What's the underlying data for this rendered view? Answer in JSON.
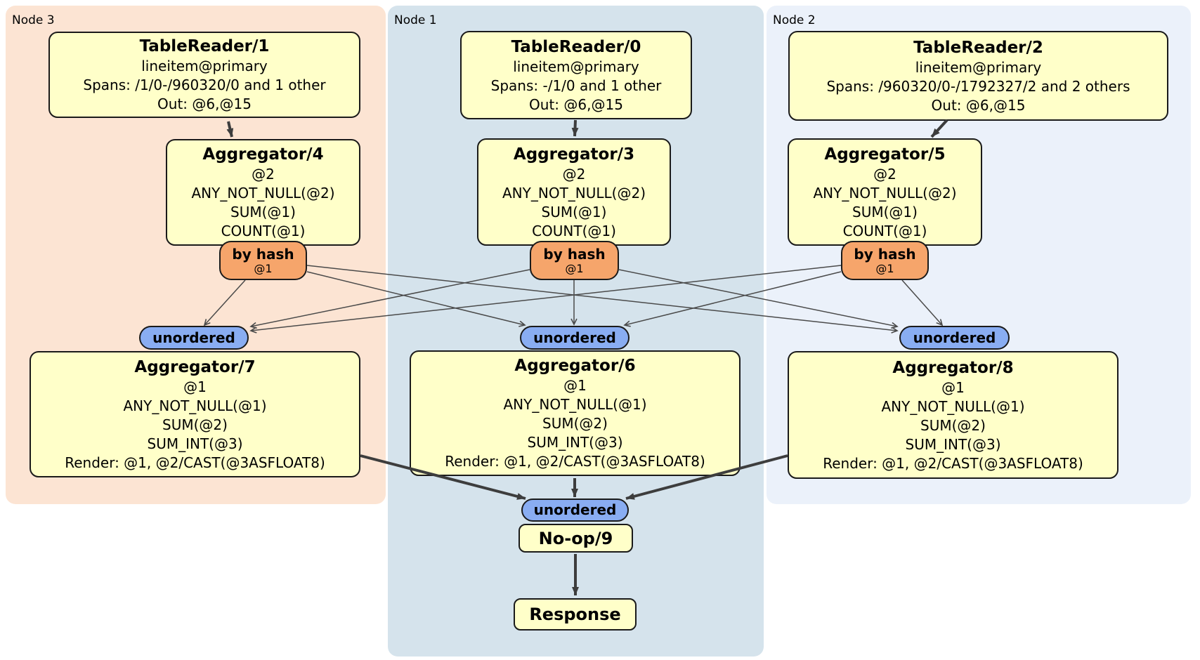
{
  "regions": [
    {
      "id": "node3",
      "label": "Node 3"
    },
    {
      "id": "node1",
      "label": "Node 1"
    },
    {
      "id": "node2",
      "label": "Node 2"
    }
  ],
  "nodes": {
    "tablereader1": {
      "title": "TableReader/1",
      "lines": [
        "lineitem@primary",
        "Spans: /1/0-/960320/0 and 1 other",
        "Out: @6,@15"
      ]
    },
    "tablereader0": {
      "title": "TableReader/0",
      "lines": [
        "lineitem@primary",
        "Spans: -/1/0 and 1 other",
        "Out: @6,@15"
      ]
    },
    "tablereader2": {
      "title": "TableReader/2",
      "lines": [
        "lineitem@primary",
        "Spans: /960320/0-/1792327/2 and 2 others",
        "Out: @6,@15"
      ]
    },
    "aggregator4": {
      "title": "Aggregator/4",
      "lines": [
        "@2",
        "ANY_NOT_NULL(@2)",
        "SUM(@1)",
        "COUNT(@1)"
      ]
    },
    "aggregator3": {
      "title": "Aggregator/3",
      "lines": [
        "@2",
        "ANY_NOT_NULL(@2)",
        "SUM(@1)",
        "COUNT(@1)"
      ]
    },
    "aggregator5": {
      "title": "Aggregator/5",
      "lines": [
        "@2",
        "ANY_NOT_NULL(@2)",
        "SUM(@1)",
        "COUNT(@1)"
      ]
    },
    "aggregator7": {
      "title": "Aggregator/7",
      "lines": [
        "@1",
        "ANY_NOT_NULL(@1)",
        "SUM(@2)",
        "SUM_INT(@3)",
        "Render: @1, @2/CAST(@3ASFLOAT8)"
      ]
    },
    "aggregator6": {
      "title": "Aggregator/6",
      "lines": [
        "@1",
        "ANY_NOT_NULL(@1)",
        "SUM(@2)",
        "SUM_INT(@3)",
        "Render: @1, @2/CAST(@3ASFLOAT8)"
      ]
    },
    "aggregator8": {
      "title": "Aggregator/8",
      "lines": [
        "@1",
        "ANY_NOT_NULL(@1)",
        "SUM(@2)",
        "SUM_INT(@3)",
        "Render: @1, @2/CAST(@3ASFLOAT8)"
      ]
    },
    "noop": {
      "title": "No-op/9"
    },
    "response": {
      "title": "Response"
    }
  },
  "badges": {
    "by_hash": {
      "label": "by hash",
      "key": "@1"
    },
    "unordered": {
      "label": "unordered"
    }
  },
  "colors": {
    "node3_bg": "#fce4d3",
    "node1_bg": "#d5e3ec",
    "node2_bg": "#ebf1fa",
    "operator_box_fill": "#ffffc9",
    "hash_badge_fill": "#f6a56b",
    "stream_badge_fill": "#89adf2",
    "edge_thin": "#4a4a4a",
    "edge_thick": "#3d3d3d"
  }
}
